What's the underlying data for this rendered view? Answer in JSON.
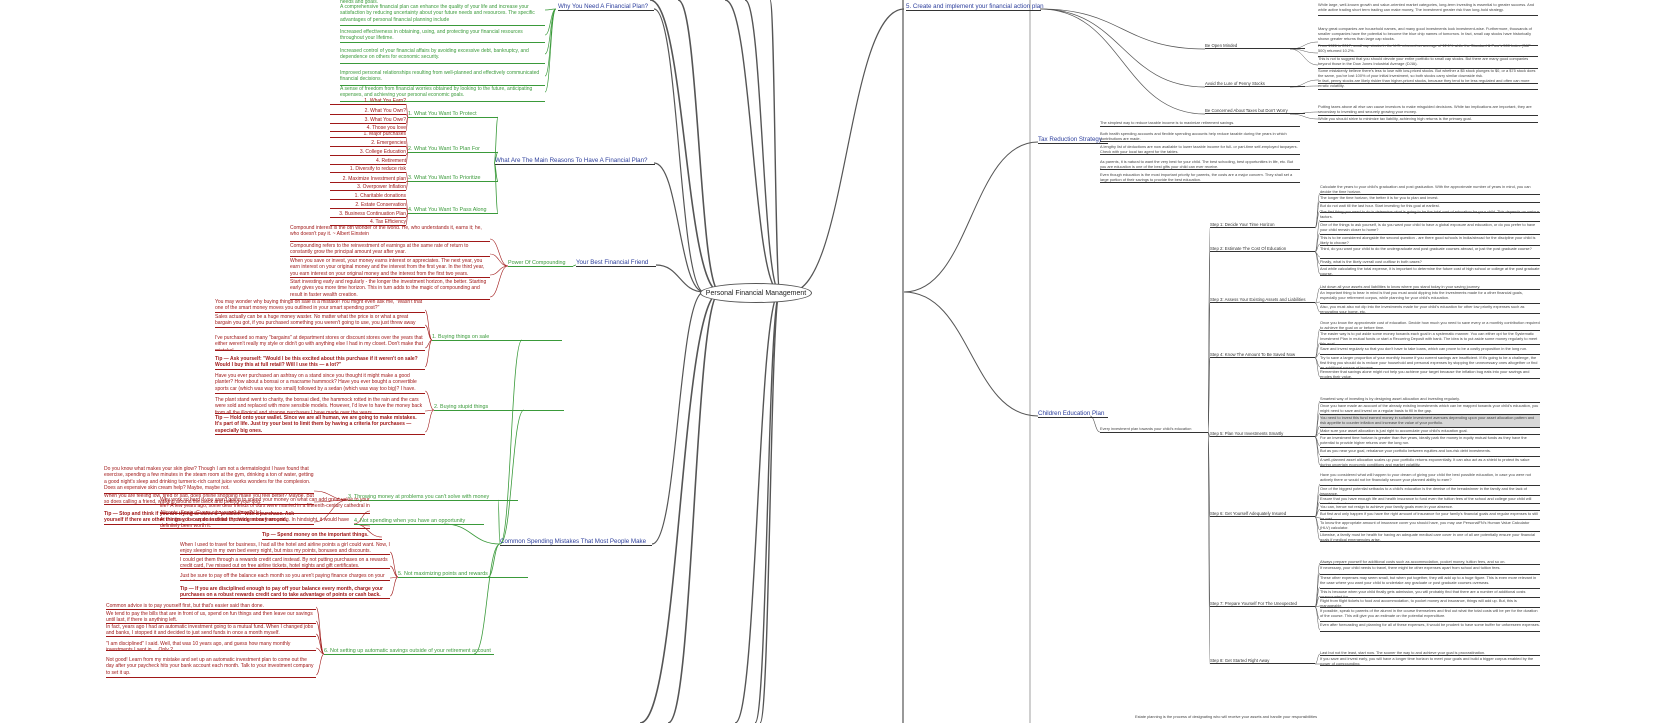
{
  "central": "Personal Financial Management",
  "left_branches": {
    "why_need": {
      "label": "Why You Need A Financial Plan?",
      "notes": [
        "A comprehensive financial plan can enhance the quality of your life and increase your satisfaction by reducing uncertainty about your future needs and resources. The specific advantages of personal financial planning include",
        "Increased effectiveness in obtaining, using, and protecting your financial resources throughout your lifetime.",
        "Increased control of your financial affairs by avoiding excessive debt, bankruptcy, and dependence on others for economic security.",
        "Improved personal relationships resulting from well-planned and effectively communicated financial decisions.",
        "A sense of freedom from financial worries obtained by looking to the future, anticipating expenses, and achieving your personal economic goals."
      ],
      "top_fragment": "needs and goals."
    },
    "main_reasons": {
      "label": "What Are The Main Reasons To Have A Financial Plan?",
      "groups": [
        {
          "label": "1. What You Want To Protect",
          "items": [
            "1. What You Earn?",
            "2. What You Own?",
            "3. What You Owe?",
            "4. Those you love"
          ]
        },
        {
          "label": "2. What You Want To Plan For",
          "items": [
            "1. Major purchases",
            "2. Emergencies",
            "3. College Education",
            "4. Retirement"
          ]
        },
        {
          "label": "3. What You Want To Prioritize",
          "items": [
            "1. Diversify to reduce risk",
            "2. Maximize Investment plan",
            "3. Overpower Inflation"
          ]
        },
        {
          "label": "4. What You Want To Pass Along",
          "items": [
            "1. Charitable donations",
            "2. Estate Conservation",
            "3. Business Continuation Plan",
            "4. Tax Efficiency"
          ]
        }
      ]
    },
    "best_friend": {
      "label": "Your Best Financial Friend",
      "sub": "Power Of Compounding",
      "notes": [
        "Compound interest is the 8th wonder of the world. He, who understands it, earns it; he, who doesn't pay it. ~ Albert Einstein",
        "Compounding refers to the reinvestment of earnings at the same rate of return to constantly grow the principal amount year after year.",
        "When you save or invest, your money earns interest or appreciates. The next year, you earn interest on your original money and the interest from the first year. In the third year, you earn interest on your original money and the interest from the first two years.",
        "Start investing early and regularly - the longer the investment horizon, the better. Starting early gives you more time horizon. This in turn adds to the magic of compounding and result in faster wealth creation."
      ]
    },
    "mistakes": {
      "label": "Common Spending Mistakes That Most People Make",
      "groups": [
        {
          "label": "1. Buying things on sale",
          "notes": [
            "You may wonder why buying things on sale is a mistake! You might even ask me, \"Wasn't that one of the smart money moves you outlined in your smart spending post?\"",
            "Sales actually can be a huge money waster. No matter what the price is or what a great bargain you got, if you purchased something you weren't going to use, you just threw away your money.",
            "I've purchased so many \"bargains\" at department stores or discount stores over the years that either weren't really my style or didn't go with anything else I had in my closet. Don't make that mistake!",
            "Tip — Ask yourself: \"Would I be this excited about this purchase if it weren't on sale? Would I buy this at full retail? Will I use this — a lot?\""
          ]
        },
        {
          "label": "2. Buying stupid things",
          "notes": [
            "Have you ever purchased an ashtray on a stand since you thought it might make a good planter? How about a bonsai or a macrame hammock? Have you ever bought a convertible sports car (which was way too small) followed by a sedan (which was way too big)? I have.",
            "The plant stand went to charity, the bonsai died, the hammock rotted in the rain and the cars were sold and replaced with more sensible models. However, I'd love to have the money back from all the illogical and strange purchases I have made over the years.",
            "Tip — Hold onto your wallet. Since we are all human, we are going to make mistakes. It's part of life. Just try your best to limit them by having a criteria for purchases — especially big ones."
          ]
        },
        {
          "label": "3. Throwing money at problems you can't solve with money",
          "notes": [
            "Do you know what makes your skin glow? Though I am not a dermatologist I have found that exercise, spending a few minutes in the steam room at the gym, drinking a ton of water, getting a good night's sleep and drinking turmeric-rich carrot juice works wonders for the complexion. Does an expensive skin cream help? Maybe, maybe not.",
            "When you are feeling low, tired or sad, does online shopping make you feel better? Maybe. But so does calling a friend, walking around the block and petting your dog.",
            "Tip — Stop and think if you are trying to solve a \"problem\" with a purchase. Ask yourself if there are other things you can do instead throwing money around."
          ]
        },
        {
          "label": "4. Not spending when you have an opportunity",
          "notes": [
            "Why work so hard if you aren't going to spend your money on what can add great value to your life? A few years ago, some dear friends of ours were married in a fifteenth-century cathedral in Alicante, Spain. Guess who wasn't there? Us!",
            "At the time, the expense of the trip hindered us from going. In hindsight, it would have definitely been worth it.",
            "Tip — Spend money on the important things."
          ]
        },
        {
          "label": "5. Not maximizing points and rewards",
          "notes": [
            "When I used to travel for business, I had all the hotel and airline points a girl could want. Now, I enjoy sleeping in my own bed every night, but miss my points, bonuses and discounts.",
            "I could get them through a rewards credit card instead. By not putting purchases on a rewards credit card, I've missed out on free airline tickets, hotel nights and gift certificates.",
            "Just be sure to pay off the balance each month so you aren't paying finance charges on your points!",
            "Tip — If you are disciplined enough to pay off your balance every month, charge your purchases on a robust rewards credit card to take advantage of points or cash back."
          ]
        },
        {
          "label": "6. Not setting up automatic savings outside of your retirement account",
          "notes": [
            "Common advice is to pay yourself first, but that's easier said than done.",
            "We tend to pay the bills that are in front of us, spend on fun things and then leave our savings until last, if there is anything left.",
            "In fact, years ago I had an automatic investment going to a mutual fund. When I changed jobs and banks, I stopped it and decided to just send funds in once a month myself.",
            "\"I am disciplined\" I said. Well, that was 10 years ago, and guess how many monthly investments I sent in ... Only 2.",
            "Not good! Learn from my mistake and set up an automatic investment plan to come out the day after your paycheck hits your bank account each month. Talk to your investment company to set it up."
          ]
        }
      ]
    }
  },
  "right_branches": {
    "create_implement": {
      "label": "5. Create and implement your financial action plan",
      "subs": [
        {
          "label": "Be Open Minded",
          "notes": [
            "Many great companies are household names, and many good investments look investment-wise. Furthermore, thousands of smaller companies have the potential to become the blue chip names of tomorrow. In fact, small cap stocks have historically shown greater returns than large cap stocks.",
            "From 1926 to 2017, small cap stocks in the U.S. returned an average of 12.1% while the Standard & Poor's 500 Index (S&P 500) returned 10.2%.",
            "This is not to suggest that you should devote your entire portfolio to small cap stocks. But there are many good companies beyond those in the Dow Jones Industrial Average (DJIA)."
          ]
        },
        {
          "label": "Avoid the Lure of Penny Stocks",
          "notes": [
            "Some mistakenly believe there's less to lose with low-priced stocks. But whether a $5 stock plunges to $0, or a $75 stock does the same, you've lost 100% of your initial investment, so both stocks carry similar downside risk.",
            "In fact, penny stocks are likely riskier than higher-priced stocks, because they tend to be less regulated and often can more erratic volatility."
          ]
        },
        {
          "label": "Be Concerned About Taxes but Don't Worry",
          "notes": [
            "Putting taxes above all else can cause investors to make misguided decisions. While tax implications are important, they are secondary to investing and securely growing your money.",
            "While you should strive to minimize tax liability, achieving high returns is the primary goal."
          ]
        }
      ],
      "top_notes": [
        "While large, well-known growth and value-oriented market categories, long-term investing is essential to greater success. And while active trading short term trading can make money, The investment greater risk than long-hold strategy."
      ]
    },
    "tax": {
      "label": "Tax Reduction Strategy",
      "notes": [
        "The simplest way to reduce taxable income is to maximize retirement savings.",
        "Both health spending accounts and flexible spending accounts help reduce taxable during the years in which contributions are made.",
        "A lengthy list of deductions are now available to lower taxable income for full- or part-time self-employed taxpayers. Check with your local tax agent for the tables.",
        "As parents, it is natural to want the very best for your child. The best schooling, best opportunities in life, etc. But you are education is one of the best gifts your child can ever receive.",
        "Even though education is the most important priority for parents, the costs are a major concern. They shall set a large portion of their savings to provide the best education."
      ]
    },
    "children": {
      "label": "Children Education Plan",
      "mid_label": "Every investment plan towards your child's education",
      "steps": [
        {
          "label": "Step 1: Decide Your Time Horizon",
          "notes": [
            "Calculate the years to your child's graduation and post graduation. With the approximate number of years in mind, you can decide the time horizon.",
            "The longer the time horizon, the better it is for you to plan and invest.",
            "But do not wait till the last hour. Start investing for this goal at earliest."
          ]
        },
        {
          "label": "Step 2: Estimate The Cost Of Education",
          "notes": [
            "The first thing you need to do is determine what is going to be the total cost of education for your child. This depends on various factors.",
            "One of the things to ask yourself, is do you want your child to have a global exposure and education, or do you prefer to have your child remain closer to home?",
            "This is to be considered alongside the second question - are there good schools in India/abroad for the discipline your child is likely to choose?",
            "Third, do you want your child to do the undergraduate and post graduate courses abroad, or just the post graduate course?",
            "Finally, what is the likely overall cost outflow in both cases?",
            "And while calculating the total expense, it is important to determine the future cost of high school or college at the post graduate course."
          ]
        },
        {
          "label": "Step 3: Assess Your Existing Assets and Liabilities",
          "notes": [
            "List down all your assets and liabilities to know where you stand today in your saving journey.",
            "An important thing to bear in mind is that you must avoid dipping into the investments made for a other financial goals, especially your retirement corpus, while planning for your child's education.",
            "Also, you must also not dip into the investments made for your child's education for other low priority expenses such as renovating your home, etc."
          ]
        },
        {
          "label": "Step 4: Know The Amount To Be Saved Now",
          "notes": [
            "Once you know the approximate cost of education. Decide how much you need to save every or a monthly contribution required to achieve the goal on or before time.",
            "The easier way is to put aside some money towards each goal in a systematic manner. You can either opt for the Systematic Investment Plan in mutual funds or start a Recurring Deposit with bank. The idea is to put aside some money regularly to meet this goal.",
            "Save and invest regularly so that you don't have to take loans, which can prove to be a costly proposition in the long run.",
            "Try to save a larger proportion of your monthly income if you current savings are insufficient. If it's going to be a challenge, the first thing you should do is reduce your household and personal expenses by stopping the unnecessary ones altogether or find an additional source of income.",
            "Remember that savings alone might not help you achieve your target because the inflation bug eats into your savings and erodes their value."
          ]
        },
        {
          "label": "Step 5: Plan Your Investments Smartly",
          "notes": [
            "Smartest way of investing is by designing asset allocation and investing regularly.",
            "Once you have made an account of the already existing investments which can be mapped towards your child's education, you might need to save and invest on a regular basis to fill in the gap.",
            "You need to invest this fund earned money in suitable investment avenues depending upon your asset allocation pattern and risk appetite to counter inflation and increase the value of your portfolio.",
            "Make sure your asset allocation is just right to accumulate your child's education goal.",
            "For an investment time horizon is greater than five years, ideally park the money in equity mutual funds as they have the potential to provide higher returns over the long run.",
            "But as you near your goal, rebalance your portfolio between equities and low-risk debt investments.",
            "A well-planned asset allocation scales up your portfolio returns exponentially. It can also act as a shield to protect its value during uncertain economic conditions and market volatility."
          ]
        },
        {
          "label": "Step 6: Get Yourself Adequately Insured",
          "notes": [
            "Have you considered what will happen to your dream of giving your child the best possible education, in case you were not actively there or would not be financially secure your planned ability to earn?",
            "One of the biggest potential setbacks to a child's education is the demise of the breadwinner in the family and the lack of insurance.",
            "Ensure that you have enough life and health insurance to fund even the tuition fees of the school and college your child will possibly attend.",
            "You can, hence not resign to achieve your family goals even in your absence.",
            "But first and only happen if you have the right amount of insurance for your family's financial goals and regular expenses to still be met.",
            "To know the appropriate amount of insurance cover you should have, you may use PersonalFN's Human Value Calculator (HLV) calculator.",
            "Likewise, a family must be health for having an adequate medical care cover in one of all are potentially ensure your financial goals if medical emergencies arise."
          ]
        },
        {
          "label": "Step 7: Prepare Yourself For The Unexpected",
          "notes": [
            "Always prepare yourself for additional costs such as accommodation, pocket money, tuition fees, and so on.",
            "If necessary, your child needs to travel, there might be other expenses apart from school and tuition fees.",
            "These other expenses may seem small, but when put together, they will add up to a huge figure. This is even more relevant in the case where you want your child to undertake any graduate or post graduate courses overseas.",
            "This is because when your child finally gets admission, you will probably find that there are a number of additional costs unaccounted for.",
            "Right from flight tickets to food and accommodation, to pocket money and insurance, things will add up. But, this is manageable.",
            "If possible, speak to parents of the alumni in the course themselves and find out what the total costs will be per for the duration of the course. This will give you an estimate on the potential expenditure.",
            "Even after forecasting and planning for all of these expenses, it would be prudent to have some buffer for unforeseen expenses."
          ]
        },
        {
          "label": "Step 8: Get Started Right Away",
          "notes": [
            "Last but not the least, start now. The sooner the way to and achieve your goal is procrastination.",
            "If you save and invest early, you will have a longer time horizon to meet your goals and build a bigger corpus enabled by the power of compounding."
          ]
        }
      ],
      "bottom_note": "Estate planning is the process of designating who will receive your assets and handle your responsibilities"
    }
  }
}
